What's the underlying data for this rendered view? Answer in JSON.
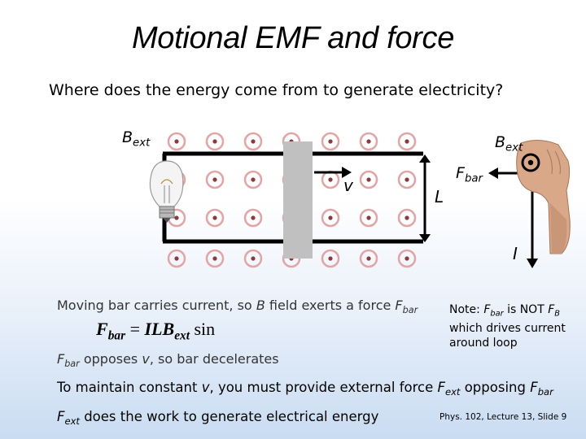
{
  "title": "Motional EMF and force",
  "question": "Where does the energy come from to generate electricity?",
  "diagram": {
    "bext_left": "B",
    "bext_left_sub": "ext",
    "bext_right": "B",
    "bext_right_sub": "ext",
    "v_label": "v",
    "L_label": "L",
    "fbar_label": "F",
    "fbar_sub": "bar",
    "I_label": "I"
  },
  "text": {
    "moving_pre": "Moving bar carries current, so ",
    "moving_B": "B",
    "moving_post": " field exerts a force ",
    "moving_F": "F",
    "moving_F_sub": "bar",
    "formula_F": "F",
    "formula_F_sub": "bar",
    "formula_eq": " = ",
    "formula_ILB": "ILB",
    "formula_ext_sub": "ext",
    "formula_sin": " sin",
    "opposes_F": "F",
    "opposes_F_sub": "bar",
    "opposes_mid": " opposes ",
    "opposes_v": "v",
    "opposes_post": ", so bar decelerates",
    "note_pre": "Note: ",
    "note_F": "F",
    "note_F_sub": "bar",
    "note_mid": " is NOT ",
    "note_FB": "F",
    "note_FB_sub": "B",
    "note_post": " which drives current around loop",
    "maintain_pre": "To maintain constant ",
    "maintain_v": "v",
    "maintain_mid": ", you must provide external force ",
    "maintain_F": "F",
    "maintain_F_sub": "ext",
    "maintain_opp": " opposing ",
    "maintain_F2": "F",
    "maintain_F2_sub": "bar",
    "fext_F": "F",
    "fext_F_sub": "ext",
    "fext_post": " does the work to generate electrical energy",
    "slide_number": "Phys. 102, Lecture 13, Slide 9"
  },
  "colors": {
    "field_dot": "#e2a4a4",
    "field_center": "#8a3b3b",
    "rail": "#000000",
    "bar": "#c0c0c0",
    "highlight": "#cc7a00"
  }
}
